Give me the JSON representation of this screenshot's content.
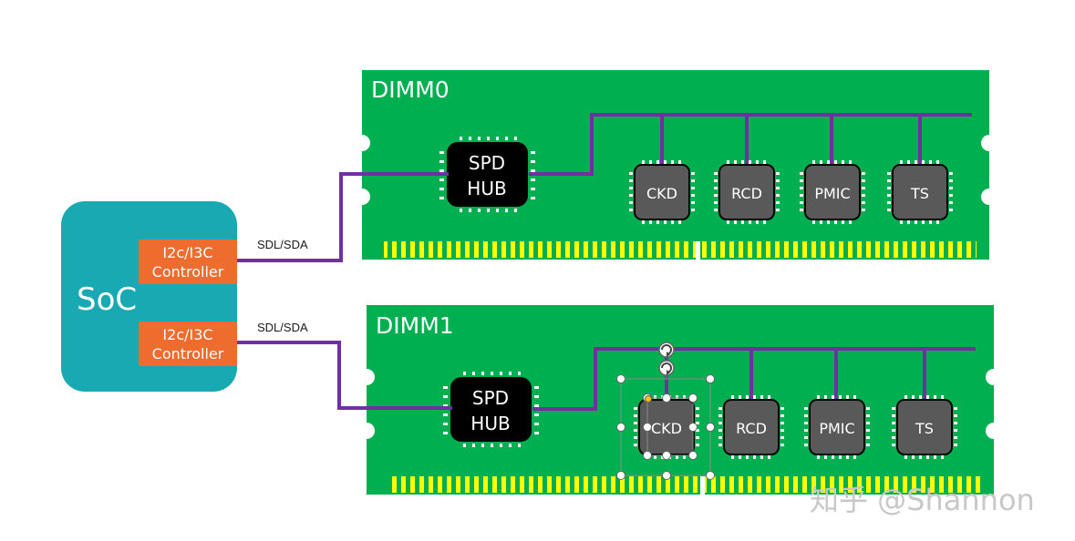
{
  "soc": {
    "label": "SoC"
  },
  "controllers": [
    {
      "line1": "I2c/I3C",
      "line2": "Controller"
    },
    {
      "line1": "I2c/I3C",
      "line2": "Controller"
    }
  ],
  "bus_labels": [
    "SDL/SDA",
    "SDL/SDA"
  ],
  "dimms": [
    {
      "label": "DIMM0",
      "spd_hub": {
        "line1": "SPD",
        "line2": "HUB"
      },
      "chips": [
        "CKD",
        "RCD",
        "PMIC",
        "TS"
      ]
    },
    {
      "label": "DIMM1",
      "spd_hub": {
        "line1": "SPD",
        "line2": "HUB"
      },
      "chips": [
        "CKD",
        "RCD",
        "PMIC",
        "TS"
      ]
    }
  ],
  "watermark": "知乎 @Shannon",
  "colors": {
    "soc": "#19a9b2",
    "controller": "#ee6c2d",
    "pcb": "#00b050",
    "bus": "#7030a0",
    "chip": "#595959",
    "hub": "#000000",
    "pins": "#ffff00"
  }
}
